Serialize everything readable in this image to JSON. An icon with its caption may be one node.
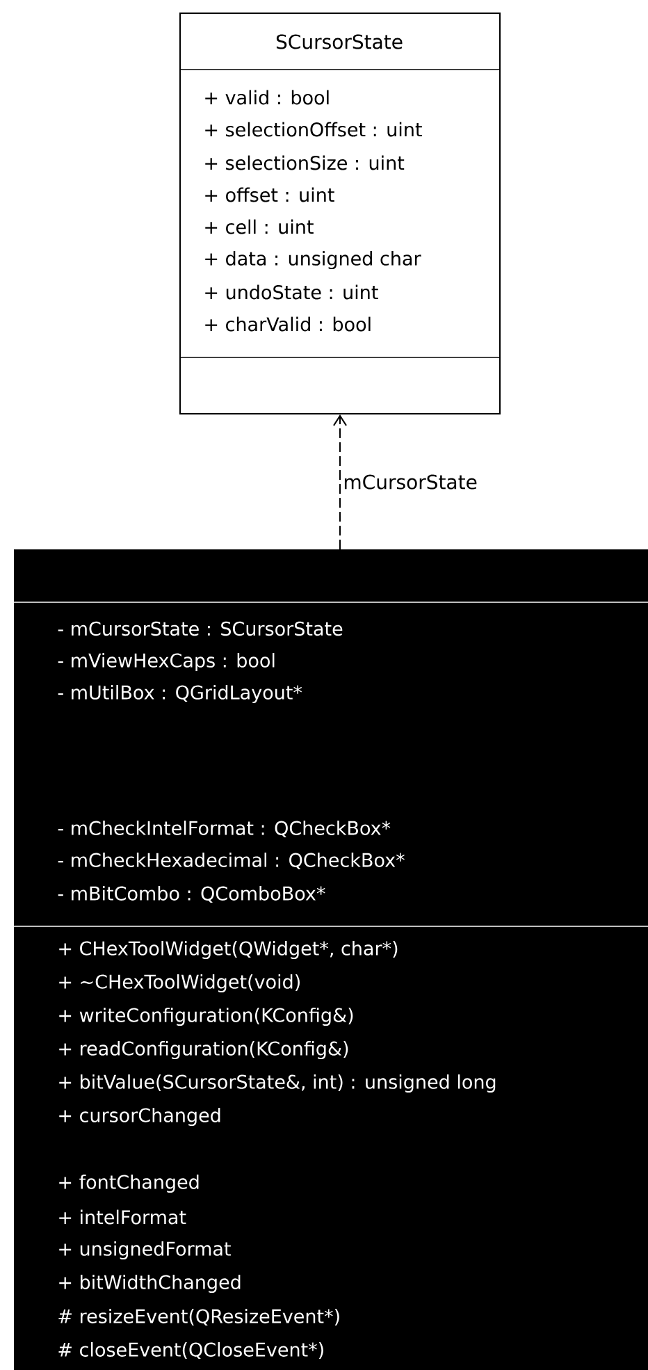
{
  "diagram": {
    "nodes": [
      {
        "text": [
          "SCursorState",
          "+ valid : bool",
          "+ selectionOffset : uint",
          "+ selectionSize : uint",
          "+ offset : uint",
          "+ cell : uint",
          "+ data : unsigned char",
          "+ undoState : uint",
          "+ charValid : bool"
        ]
      },
      {
        "text": [
          "- mCursorState : SCursorState",
          "- mViewHexCaps : bool",
          "- mUtilBox : QGridLayout*",
          "- mCheckIntelFormat : QCheckBox*",
          "- mCheckHexadecimal : QCheckBox*",
          "- mBitCombo : QComboBox*",
          "+ CHexToolWidget(QWidget*, char*)",
          "+ ~CHexToolWidget(void)",
          "+ writeConfiguration(KConfig&)",
          "+ readConfiguration(KConfig&)",
          "+ bitValue(SCursorState&, int) : unsigned long",
          "+ cursorChanged",
          "+ fontChanged",
          "+ intelFormat",
          "+ unsignedFormat",
          "+ bitWidthChanged",
          "# resizeEvent(QResizeEvent*)",
          "# closeEvent(QCloseEvent*)"
        ]
      }
    ],
    "edges": [
      {
        "from": 1,
        "to": 0,
        "arrow": "to",
        "style": "dashed",
        "label": "mCursorState"
      }
    ]
  }
}
